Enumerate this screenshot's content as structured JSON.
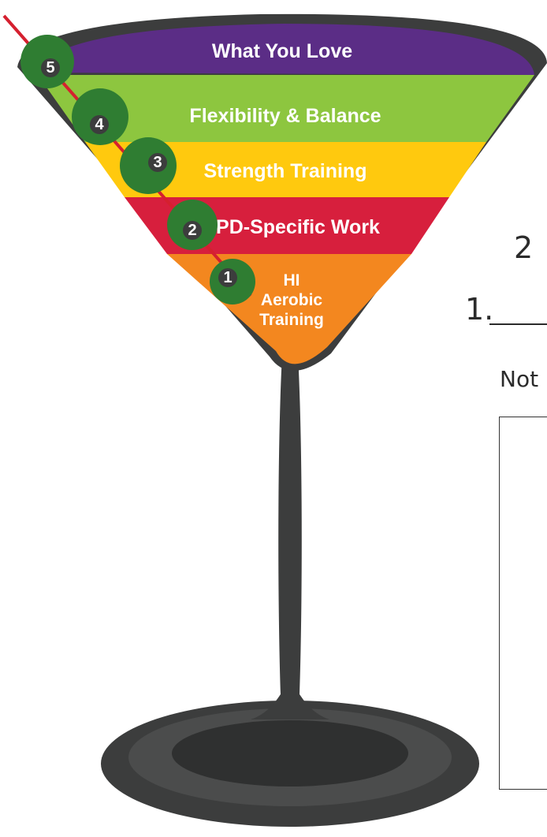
{
  "diagram": {
    "layers": [
      {
        "label": "What You Love",
        "color": "#5b2d86"
      },
      {
        "label": "Flexibility & Balance",
        "color": "#8dc63f"
      },
      {
        "label": "Strength Training",
        "color": "#ffc90e"
      },
      {
        "label": "PD-Specific Work",
        "color": "#d71f3d"
      },
      {
        "label_lines": [
          "HI",
          "Aerobic",
          "Training"
        ],
        "color": "#f3871f"
      }
    ],
    "olives": [
      {
        "number": "5"
      },
      {
        "number": "4"
      },
      {
        "number": "3"
      },
      {
        "number": "2"
      },
      {
        "number": "1"
      }
    ],
    "colors": {
      "glass": "#3c3d3d",
      "olive": "#2f7d32",
      "pick": "#d5202f"
    }
  },
  "side_panel": {
    "item_2": "2",
    "item_1": "1.",
    "notes_label": "Not"
  }
}
